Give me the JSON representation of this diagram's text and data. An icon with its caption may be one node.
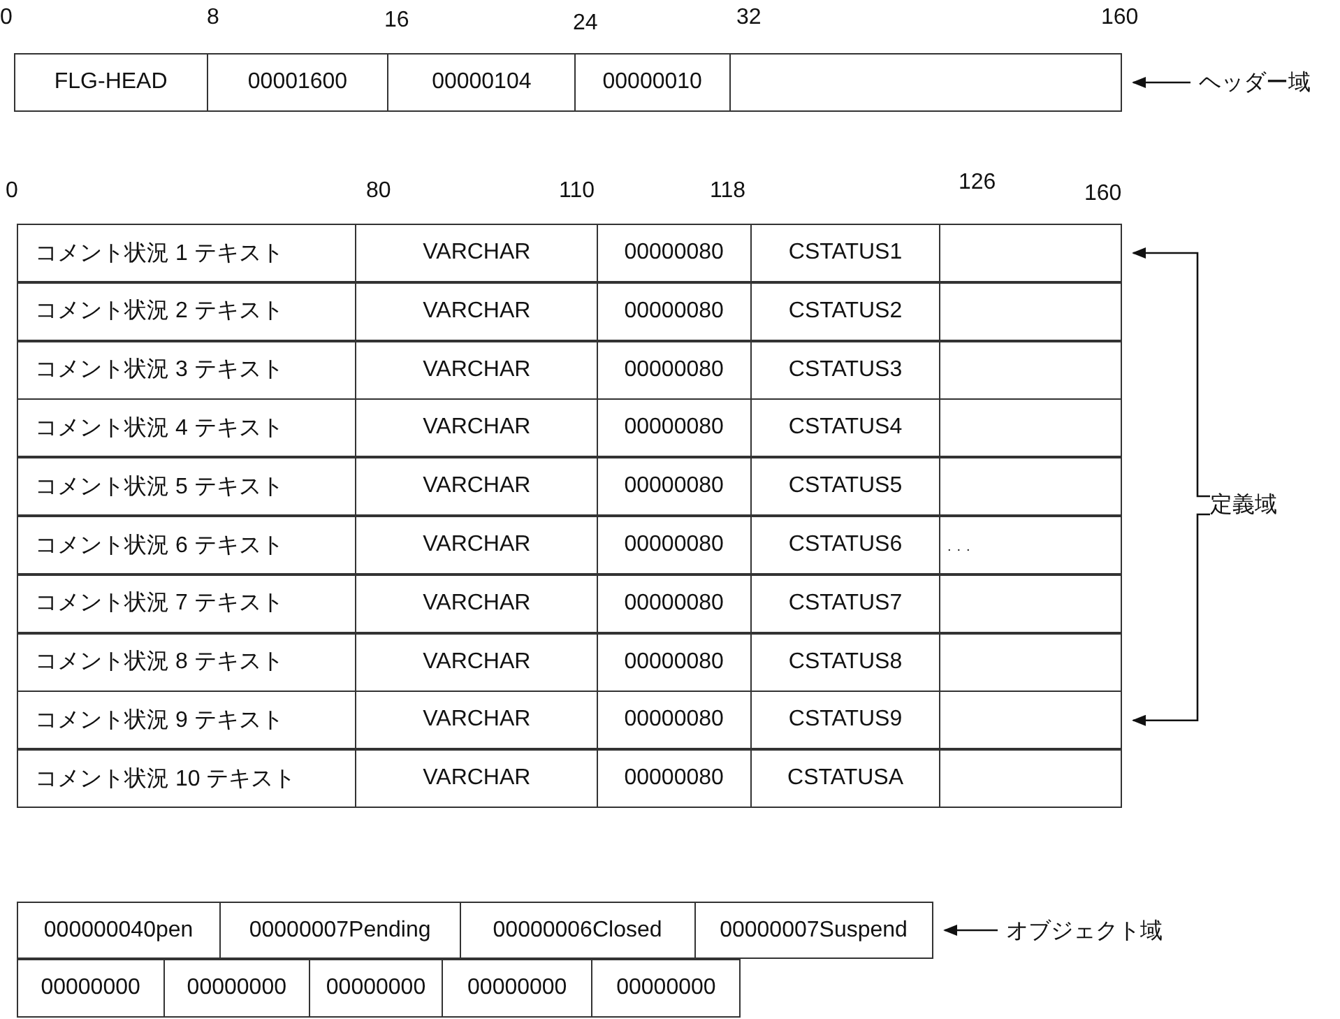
{
  "diagram": {
    "nodes": [
      {
        "text": [
          "FLG-HEAD",
          "00001600",
          "00000104",
          "00000010"
        ]
      },
      {
        "text": [
          "ヘッダー域"
        ]
      },
      {
        "text": [
          "コメント状況 1 テキスト",
          "VARCHAR",
          "00000080",
          "CSTATUS1"
        ]
      },
      {
        "text": [
          "コメント状況 2 テキスト",
          "VARCHAR",
          "00000080",
          "CSTATUS2"
        ]
      },
      {
        "text": [
          "コメント状況 3 テキスト",
          "VARCHAR",
          "00000080",
          "CSTATUS3"
        ]
      },
      {
        "text": [
          "コメント状況 4 テキスト",
          "VARCHAR",
          "00000080",
          "CSTATUS4"
        ]
      },
      {
        "text": [
          "コメント状況 5 テキスト",
          "VARCHAR",
          "00000080",
          "CSTATUS5"
        ]
      },
      {
        "text": [
          "コメント状況 6 テキスト",
          "VARCHAR",
          "00000080",
          "CSTATUS6"
        ]
      },
      {
        "text": [
          "コメント状況 7 テキスト",
          "VARCHAR",
          "00000080",
          "CSTATUS7"
        ]
      },
      {
        "text": [
          "コメント状況 8 テキスト",
          "VARCHAR",
          "00000080",
          "CSTATUS8"
        ]
      },
      {
        "text": [
          "コメント状況 9 テキスト",
          "VARCHAR",
          "00000080",
          "CSTATUS9"
        ]
      },
      {
        "text": [
          "コメント状況 10 テキスト",
          "VARCHAR",
          "00000080",
          "CSTATUSA"
        ]
      },
      {
        "text": [
          "定義域"
        ]
      },
      {
        "text": [
          "000000040pen",
          "00000007Pending",
          "00000006Closed",
          "00000007Suspend"
        ]
      },
      {
        "text": [
          "00000000",
          "00000000",
          "00000000",
          "00000000",
          "00000000"
        ]
      },
      {
        "text": [
          "オブジェクト域"
        ]
      }
    ],
    "edges": [
      {
        "from": 1,
        "to": 0,
        "arrow": "to"
      },
      {
        "from": 12,
        "to": 2,
        "arrow": "to"
      },
      {
        "from": 12,
        "to": 10,
        "arrow": "to"
      },
      {
        "from": 15,
        "to": 13,
        "arrow": "to"
      }
    ],
    "labels": [
      "0",
      "8",
      "16",
      "24",
      "32",
      "160",
      "0",
      "80",
      "110",
      "118",
      "126",
      "160",
      "..."
    ]
  }
}
